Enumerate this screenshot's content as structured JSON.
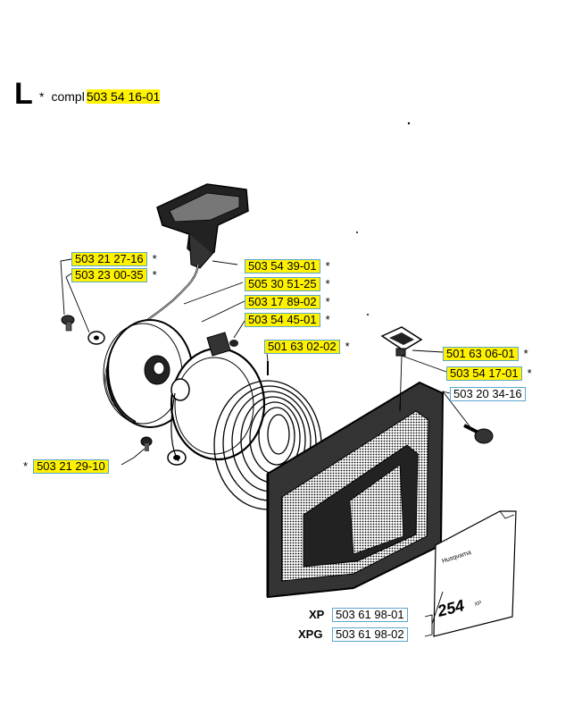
{
  "header": {
    "section_letter": "L",
    "star": "*",
    "compl_label": "compl",
    "compl_number": "503 54 16-01"
  },
  "parts": [
    {
      "number": "503 21 27-16",
      "star": "*",
      "highlight": true
    },
    {
      "number": "503 23 00-35",
      "star": "*",
      "highlight": true
    },
    {
      "number": "503 54 39-01",
      "star": "*",
      "highlight": true
    },
    {
      "number": "505 30 51-25",
      "star": "*",
      "highlight": true
    },
    {
      "number": "503 17 89-02",
      "star": "*",
      "highlight": true
    },
    {
      "number": "503 54 45-01",
      "star": "*",
      "highlight": true
    },
    {
      "number": "501 63 02-02",
      "star": "*",
      "highlight": true
    },
    {
      "number": "501 63 06-01",
      "star": "*",
      "highlight": true
    },
    {
      "number": "503 54 17-01",
      "star": "*",
      "highlight": true
    },
    {
      "number": "503 20 34-16",
      "star": "",
      "highlight": false
    },
    {
      "number": "503 21 29-10",
      "star": "*",
      "highlight": true
    }
  ],
  "variants": [
    {
      "label": "XP",
      "number": "503 61 98-01"
    },
    {
      "label": "XPG",
      "number": "503 61 98-02"
    }
  ],
  "decal": {
    "brand_text": "Husqvarna",
    "model_text": "254",
    "model_suffix": "XP"
  },
  "colors": {
    "highlight": "#fff200",
    "box_border": "#5aa6cf",
    "ink": "#000000"
  }
}
